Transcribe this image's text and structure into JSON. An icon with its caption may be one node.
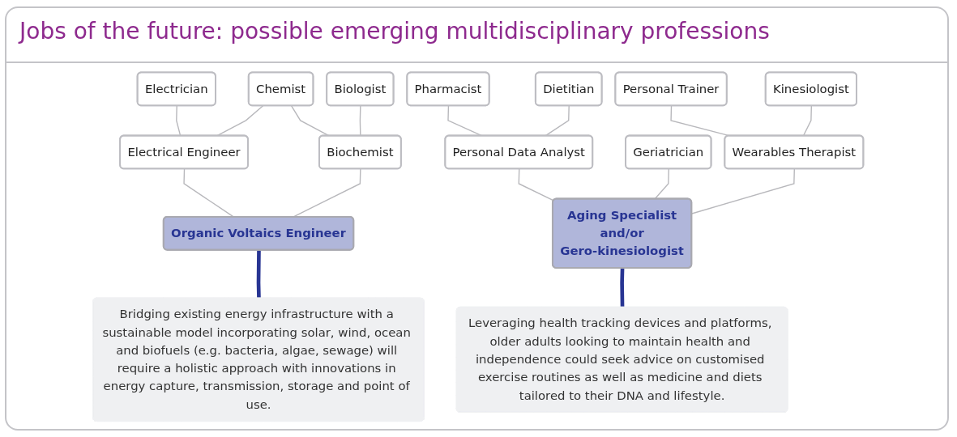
{
  "diagram": {
    "title": "Jobs of the future: possible emerging multidisciplinary professions",
    "nodes": [
      {
        "text": [
          "Electrician"
        ]
      },
      {
        "text": [
          "Chemist"
        ]
      },
      {
        "text": [
          "Biologist"
        ]
      },
      {
        "text": [
          "Pharmacist"
        ]
      },
      {
        "text": [
          "Dietitian"
        ]
      },
      {
        "text": [
          "Personal Trainer"
        ]
      },
      {
        "text": [
          "Kinesiologist"
        ]
      },
      {
        "text": [
          "Electrical Engineer"
        ]
      },
      {
        "text": [
          "Biochemist"
        ]
      },
      {
        "text": [
          "Personal Data Analyst"
        ]
      },
      {
        "text": [
          "Geriatrician"
        ]
      },
      {
        "text": [
          "Wearables Therapist"
        ]
      },
      {
        "text": [
          "Organic Voltaics Engineer"
        ]
      },
      {
        "text": [
          "Aging Specialist",
          "and/or",
          "Gero-kinesiologist"
        ]
      },
      {
        "text": [
          "Bridging existing energy infrastructure with a sustainable model incorporating solar, wind, ocean and biofuels (e.g. bacteria, algae, sewage) will require a holistic approach with innovations in energy capture, transmission, storage and point of use."
        ]
      },
      {
        "text": [
          "Leveraging health tracking devices and platforms, older adults looking to maintain health and independence could seek advice on customised exercise routines as well as medicine and diets tailored to their DNA and lifestyle."
        ]
      }
    ],
    "edges": [
      {
        "from": 0,
        "to": 7,
        "arrow": "none"
      },
      {
        "from": 1,
        "to": 7,
        "arrow": "none"
      },
      {
        "from": 1,
        "to": 8,
        "arrow": "none"
      },
      {
        "from": 2,
        "to": 8,
        "arrow": "none"
      },
      {
        "from": 3,
        "to": 9,
        "arrow": "none"
      },
      {
        "from": 4,
        "to": 9,
        "arrow": "none"
      },
      {
        "from": 5,
        "to": 11,
        "arrow": "none"
      },
      {
        "from": 6,
        "to": 11,
        "arrow": "none"
      },
      {
        "from": 7,
        "to": 12,
        "arrow": "none"
      },
      {
        "from": 8,
        "to": 12,
        "arrow": "none"
      },
      {
        "from": 9,
        "to": 13,
        "arrow": "none"
      },
      {
        "from": 10,
        "to": 13,
        "arrow": "none"
      },
      {
        "from": 11,
        "to": 13,
        "arrow": "none"
      },
      {
        "from": 12,
        "to": 14,
        "arrow": "none",
        "style": "thick",
        "color": "#283593"
      },
      {
        "from": 13,
        "to": 15,
        "arrow": "none",
        "style": "thick",
        "color": "#283593"
      }
    ]
  }
}
